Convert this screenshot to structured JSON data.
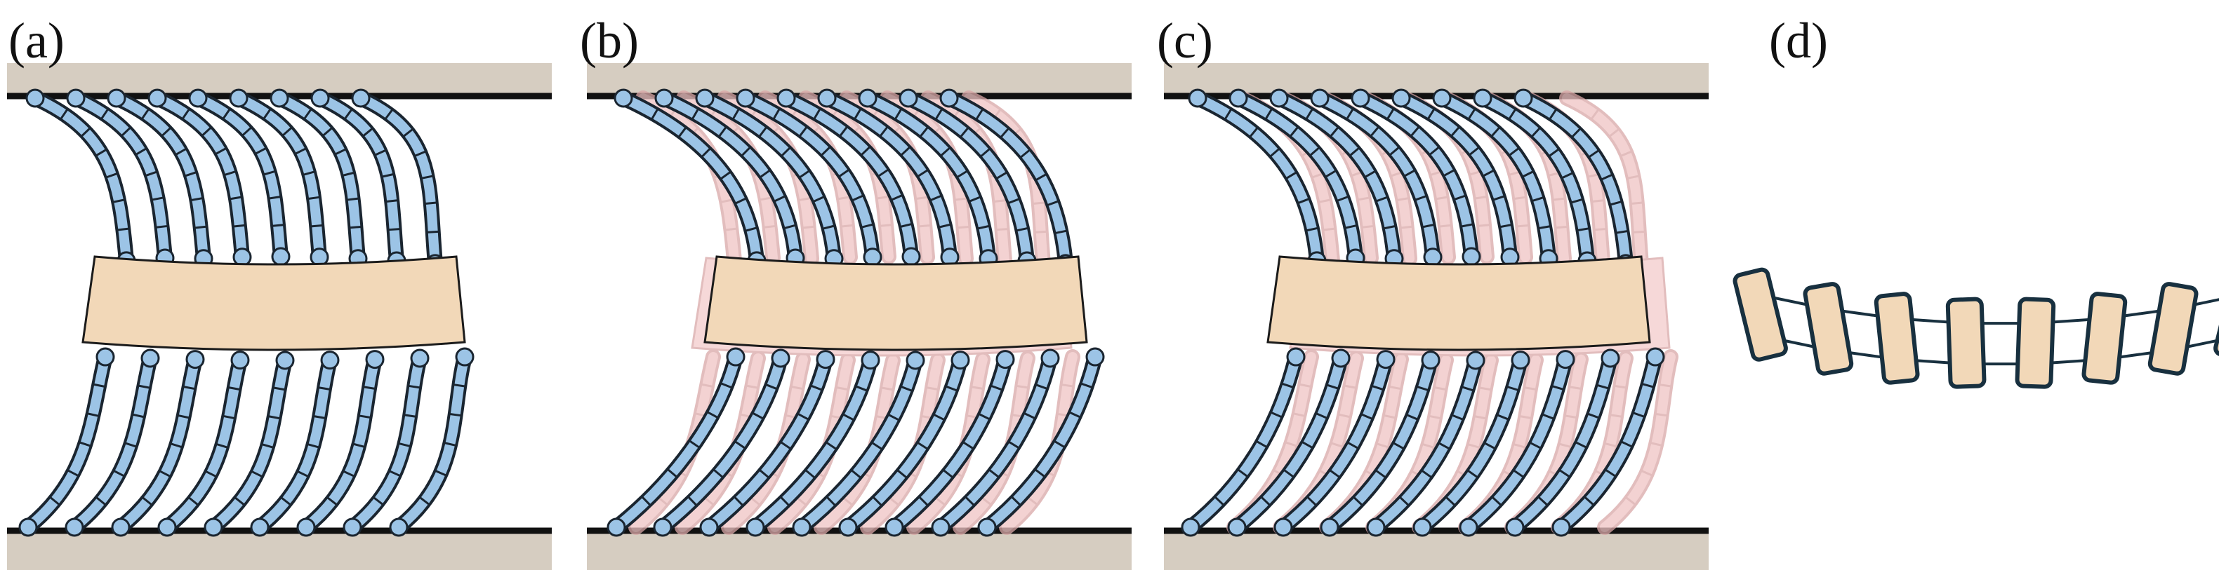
{
  "panels": [
    {
      "id": "a",
      "label": "(a)",
      "ghost": false
    },
    {
      "id": "b",
      "label": "(b)",
      "ghost": true
    },
    {
      "id": "c",
      "label": "(c)",
      "ghost": true
    },
    {
      "id": "d",
      "label": "(d)"
    }
  ],
  "colors": {
    "background": "#ffffff",
    "plate": "#d6cdc1",
    "plate_edge": "#111111",
    "block": "#f2d8b8",
    "block_outline": "#1b1b1b",
    "filament_outer": "#1a2530",
    "filament_inner": "#9cc4e6",
    "ghost_block": "#f4cccc",
    "ghost_filament": "#efc3c3",
    "ghost_outline": "#d9a7a7",
    "segment_fill": "#f2d8b8",
    "segment_outline": "#18303f"
  }
}
